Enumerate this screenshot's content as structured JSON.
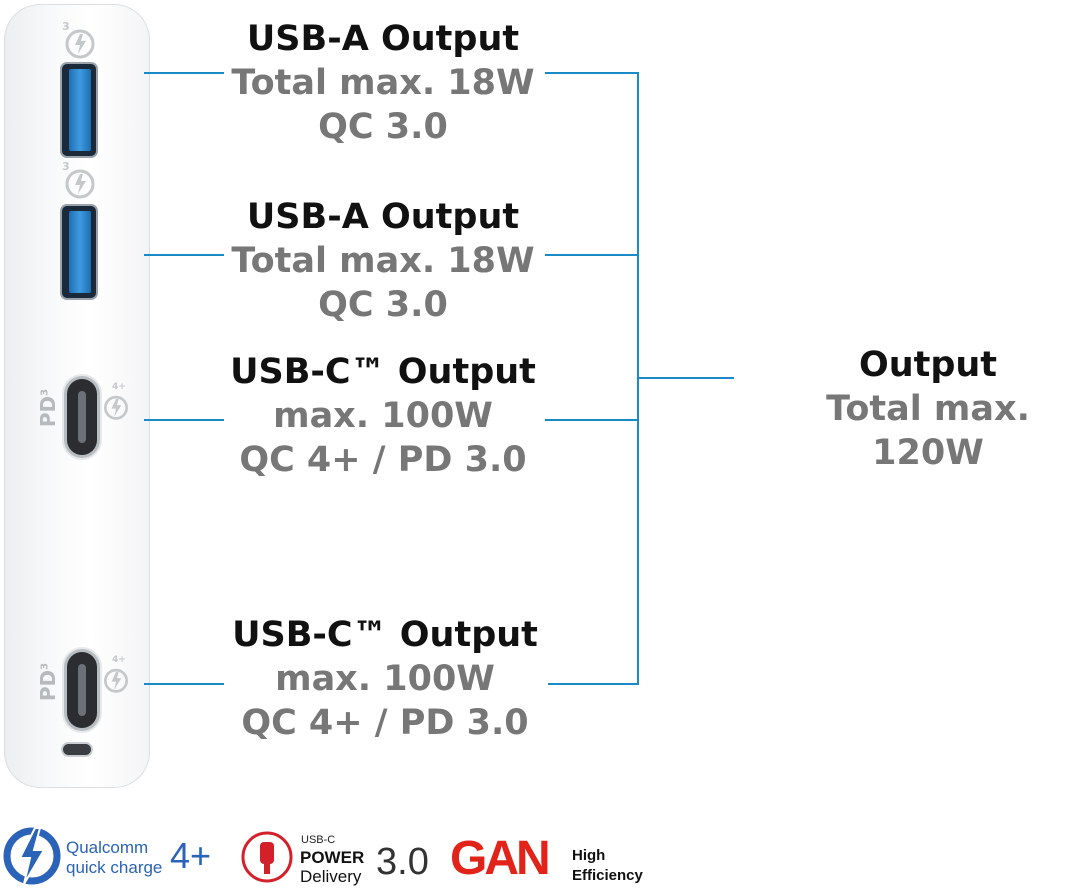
{
  "ports": [
    {
      "title": "USB-A Output",
      "line1": "Total max. 18W",
      "line2": "QC 3.0"
    },
    {
      "title": "USB-A Output",
      "line1": "Total max. 18W",
      "line2": "QC 3.0"
    },
    {
      "title": "USB-C™ Output",
      "line1": "max. 100W",
      "line2": "QC 4+ / PD 3.0"
    },
    {
      "title": "USB-C™ Output",
      "line1": "max. 100W",
      "line2": "QC 4+ / PD 3.0"
    }
  ],
  "output": {
    "title": "Output",
    "line1": "Total max. 120W"
  },
  "device_labels": {
    "pd": "PD",
    "pd_sup": "3",
    "qc_sup_a": "3",
    "qc_sup_c": "4+"
  },
  "logos": {
    "qualcomm": {
      "brand": "Qualcomm",
      "product": "quick charge",
      "version": "4+"
    },
    "pd": {
      "small": "USB-C",
      "line1": "POWER",
      "line2": "Delivery",
      "version": "3.0"
    },
    "gan": {
      "brand": "GAN",
      "line1": "High",
      "line2": "Efficiency"
    }
  },
  "colors": {
    "line": "#1b8ac9",
    "title": "#111111",
    "subtitle": "#777777",
    "qualcomm_blue": "#2a63b8",
    "pd_red": "#d4202a",
    "gan_red": "#e2231a"
  }
}
